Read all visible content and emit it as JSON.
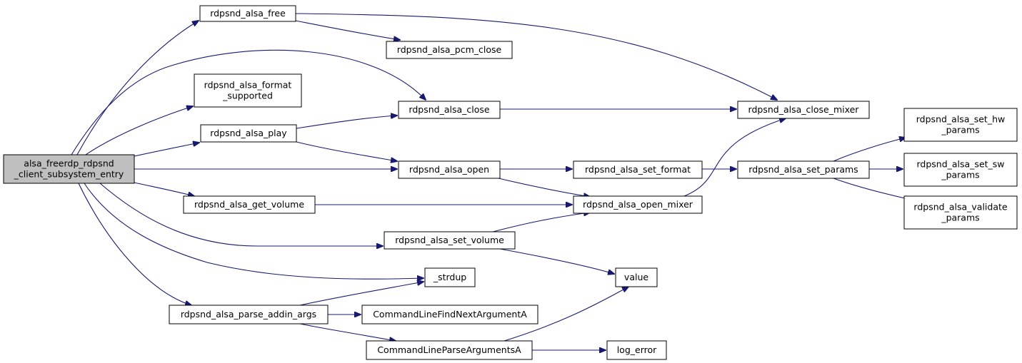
{
  "graph": {
    "edge_color": "#191970",
    "root_fill": "#bfbfbf",
    "nodes": [
      {
        "id": "root",
        "lines": [
          "alsa_freerdp_rdpsnd",
          "_client_subsystem_entry"
        ],
        "root": true
      },
      {
        "id": "free",
        "lines": [
          "rdpsnd_alsa_free"
        ]
      },
      {
        "id": "pcm_close",
        "lines": [
          "rdpsnd_alsa_pcm_close"
        ]
      },
      {
        "id": "format_supported",
        "lines": [
          "rdpsnd_alsa_format",
          "_supported"
        ]
      },
      {
        "id": "close",
        "lines": [
          "rdpsnd_alsa_close"
        ]
      },
      {
        "id": "play",
        "lines": [
          "rdpsnd_alsa_play"
        ]
      },
      {
        "id": "close_mixer",
        "lines": [
          "rdpsnd_alsa_close_mixer"
        ]
      },
      {
        "id": "open",
        "lines": [
          "rdpsnd_alsa_open"
        ]
      },
      {
        "id": "set_format",
        "lines": [
          "rdpsnd_alsa_set_format"
        ]
      },
      {
        "id": "set_params",
        "lines": [
          "rdpsnd_alsa_set_params"
        ]
      },
      {
        "id": "set_hw",
        "lines": [
          "rdpsnd_alsa_set_hw",
          "_params"
        ]
      },
      {
        "id": "set_sw",
        "lines": [
          "rdpsnd_alsa_set_sw",
          "_params"
        ]
      },
      {
        "id": "validate",
        "lines": [
          "rdpsnd_alsa_validate",
          "_params"
        ]
      },
      {
        "id": "get_volume",
        "lines": [
          "rdpsnd_alsa_get_volume"
        ]
      },
      {
        "id": "open_mixer",
        "lines": [
          "rdpsnd_alsa_open_mixer"
        ]
      },
      {
        "id": "set_volume",
        "lines": [
          "rdpsnd_alsa_set_volume"
        ]
      },
      {
        "id": "value",
        "lines": [
          "value"
        ]
      },
      {
        "id": "strdup",
        "lines": [
          "_strdup"
        ]
      },
      {
        "id": "parse_addin",
        "lines": [
          "rdpsnd_alsa_parse_addin_args"
        ]
      },
      {
        "id": "find_next",
        "lines": [
          "CommandLineFindNextArgumentA"
        ]
      },
      {
        "id": "parse_args",
        "lines": [
          "CommandLineParseArgumentsA"
        ]
      },
      {
        "id": "log_error",
        "lines": [
          "log_error"
        ]
      }
    ],
    "edges": [
      [
        "root",
        "free"
      ],
      [
        "root",
        "close"
      ],
      [
        "root",
        "format_supported"
      ],
      [
        "root",
        "play"
      ],
      [
        "root",
        "open"
      ],
      [
        "root",
        "get_volume"
      ],
      [
        "root",
        "set_volume"
      ],
      [
        "root",
        "strdup"
      ],
      [
        "root",
        "parse_addin"
      ],
      [
        "free",
        "pcm_close"
      ],
      [
        "free",
        "close_mixer"
      ],
      [
        "close",
        "close_mixer"
      ],
      [
        "play",
        "close"
      ],
      [
        "play",
        "open"
      ],
      [
        "open",
        "set_format"
      ],
      [
        "open",
        "open_mixer"
      ],
      [
        "set_format",
        "set_params"
      ],
      [
        "set_params",
        "set_hw"
      ],
      [
        "set_params",
        "set_sw"
      ],
      [
        "set_params",
        "validate"
      ],
      [
        "get_volume",
        "open_mixer"
      ],
      [
        "open_mixer",
        "close_mixer"
      ],
      [
        "set_volume",
        "open_mixer"
      ],
      [
        "set_volume",
        "value"
      ],
      [
        "parse_addin",
        "strdup"
      ],
      [
        "parse_addin",
        "find_next"
      ],
      [
        "parse_addin",
        "parse_args"
      ],
      [
        "parse_args",
        "value"
      ],
      [
        "parse_args",
        "log_error"
      ]
    ]
  }
}
